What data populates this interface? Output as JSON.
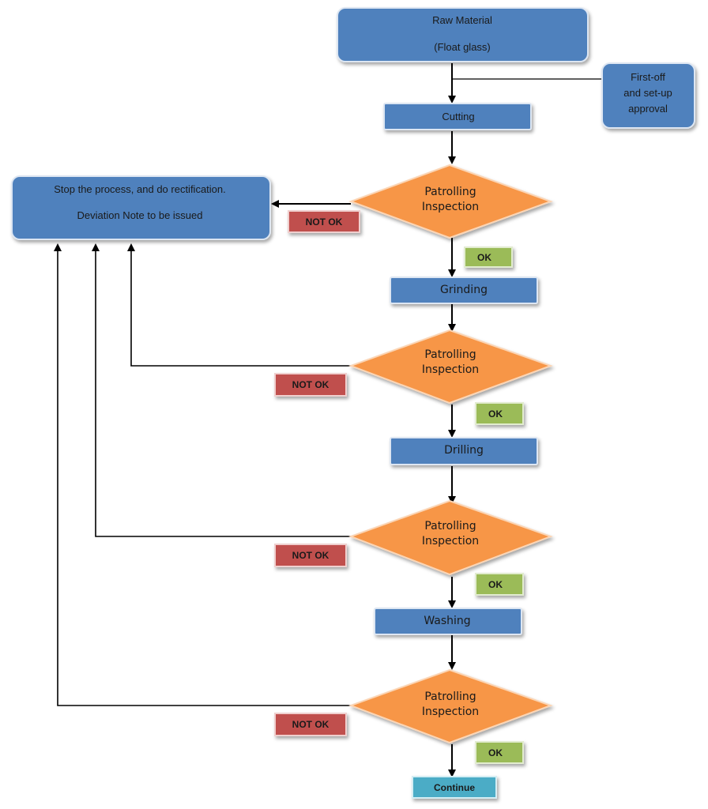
{
  "nodes": {
    "raw_material": {
      "line1": "Raw Material",
      "line2": "(Float glass)"
    },
    "first_off": {
      "line1": "First-off",
      "line2": "and set-up",
      "line3": "approval"
    },
    "cutting": {
      "label": "Cutting"
    },
    "stop_box": {
      "line1": "Stop the process, and do rectification.",
      "line2": "Deviation Note to be issued"
    },
    "grinding": {
      "label": "Grinding"
    },
    "drilling": {
      "label": "Drilling"
    },
    "washing": {
      "label": "Washing"
    },
    "continue": {
      "label": "Continue"
    },
    "inspections": [
      {
        "line1": "Patrolling",
        "line2": "Inspection"
      },
      {
        "line1": "Patrolling",
        "line2": "Inspection"
      },
      {
        "line1": "Patrolling",
        "line2": "Inspection"
      },
      {
        "line1": "Patrolling",
        "line2": "Inspection"
      }
    ]
  },
  "tags": {
    "not_ok": [
      "NOT OK",
      "NOT OK",
      "NOT OK",
      "NOT OK"
    ],
    "ok": [
      "OK",
      "OK",
      "OK",
      "OK"
    ]
  },
  "colors": {
    "process_blue": "#4f81bd",
    "decision_orange": "#f79646",
    "not_ok_red": "#c0504d",
    "ok_green": "#9bbb59",
    "continue_teal": "#4bacc6",
    "arrow": "#000000"
  }
}
